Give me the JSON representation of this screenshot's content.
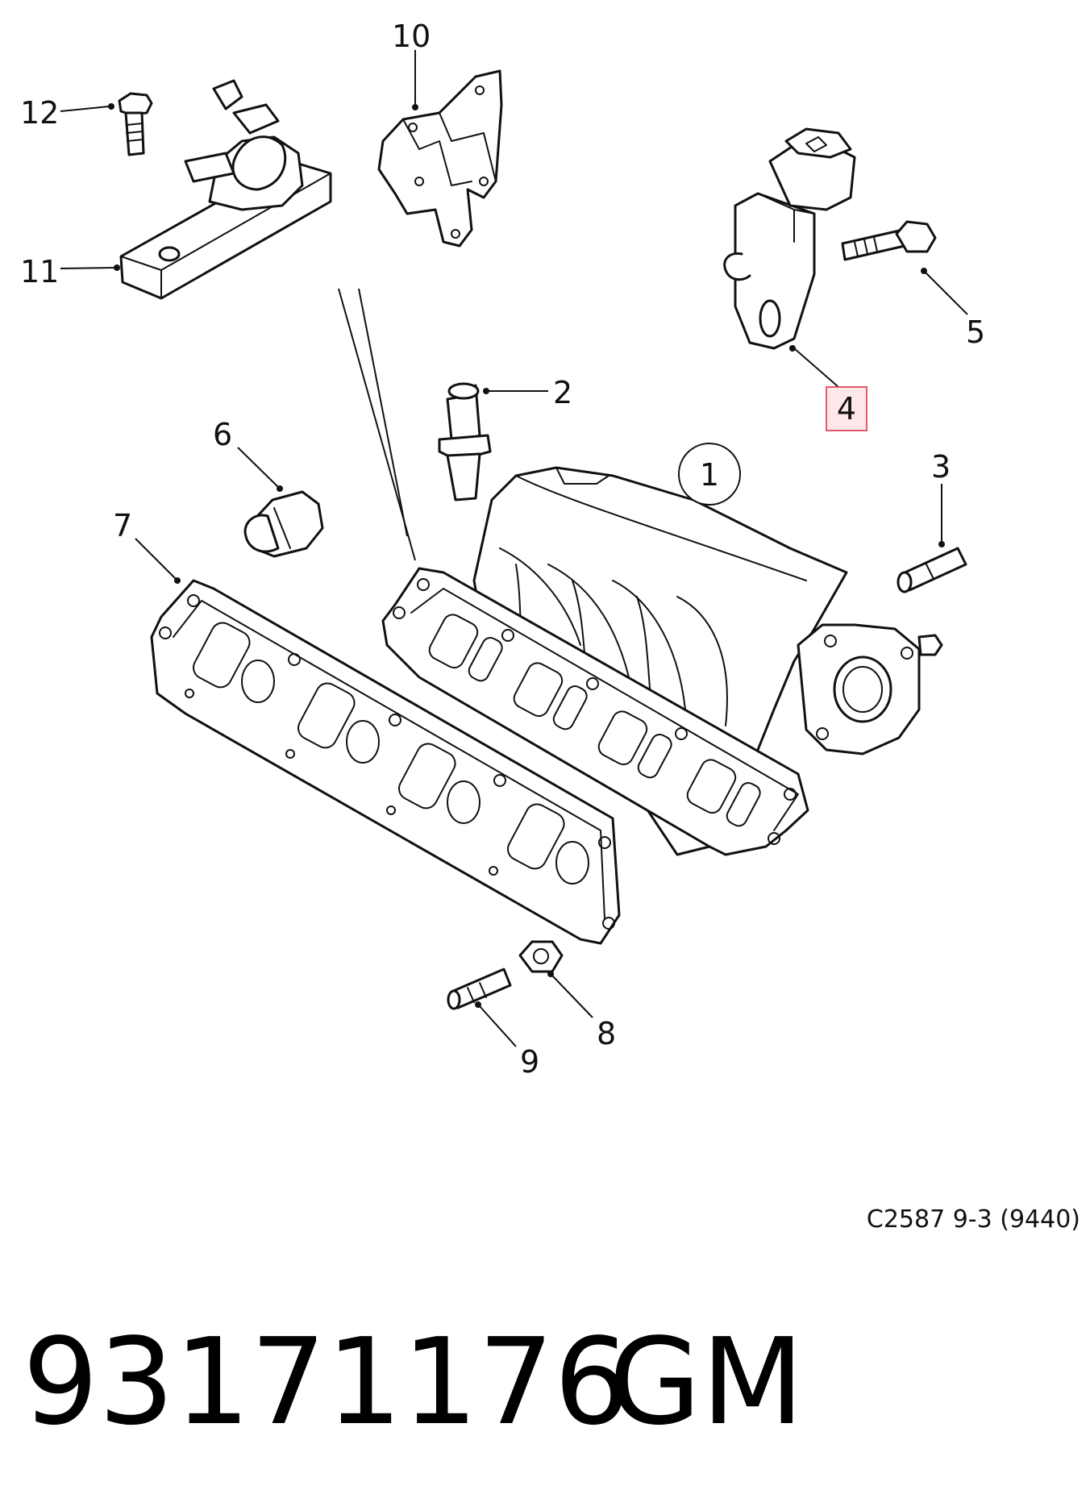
{
  "diagram": {
    "reference_code": "C2587 9-3 (9440)",
    "part_number": "93171176",
    "brand": "GM",
    "highlight_color": "#e05a6a",
    "callouts": [
      {
        "id": "c1",
        "label": "1",
        "style": "circled"
      },
      {
        "id": "c2",
        "label": "2",
        "style": "plain"
      },
      {
        "id": "c3",
        "label": "3",
        "style": "plain"
      },
      {
        "id": "c4",
        "label": "4",
        "style": "highlighted"
      },
      {
        "id": "c5",
        "label": "5",
        "style": "plain"
      },
      {
        "id": "c6",
        "label": "6",
        "style": "plain"
      },
      {
        "id": "c7",
        "label": "7",
        "style": "plain"
      },
      {
        "id": "c8",
        "label": "8",
        "style": "plain"
      },
      {
        "id": "c9",
        "label": "9",
        "style": "plain"
      },
      {
        "id": "c10",
        "label": "10",
        "style": "plain"
      },
      {
        "id": "c11",
        "label": "11",
        "style": "plain"
      },
      {
        "id": "c12",
        "label": "12",
        "style": "plain"
      }
    ]
  }
}
